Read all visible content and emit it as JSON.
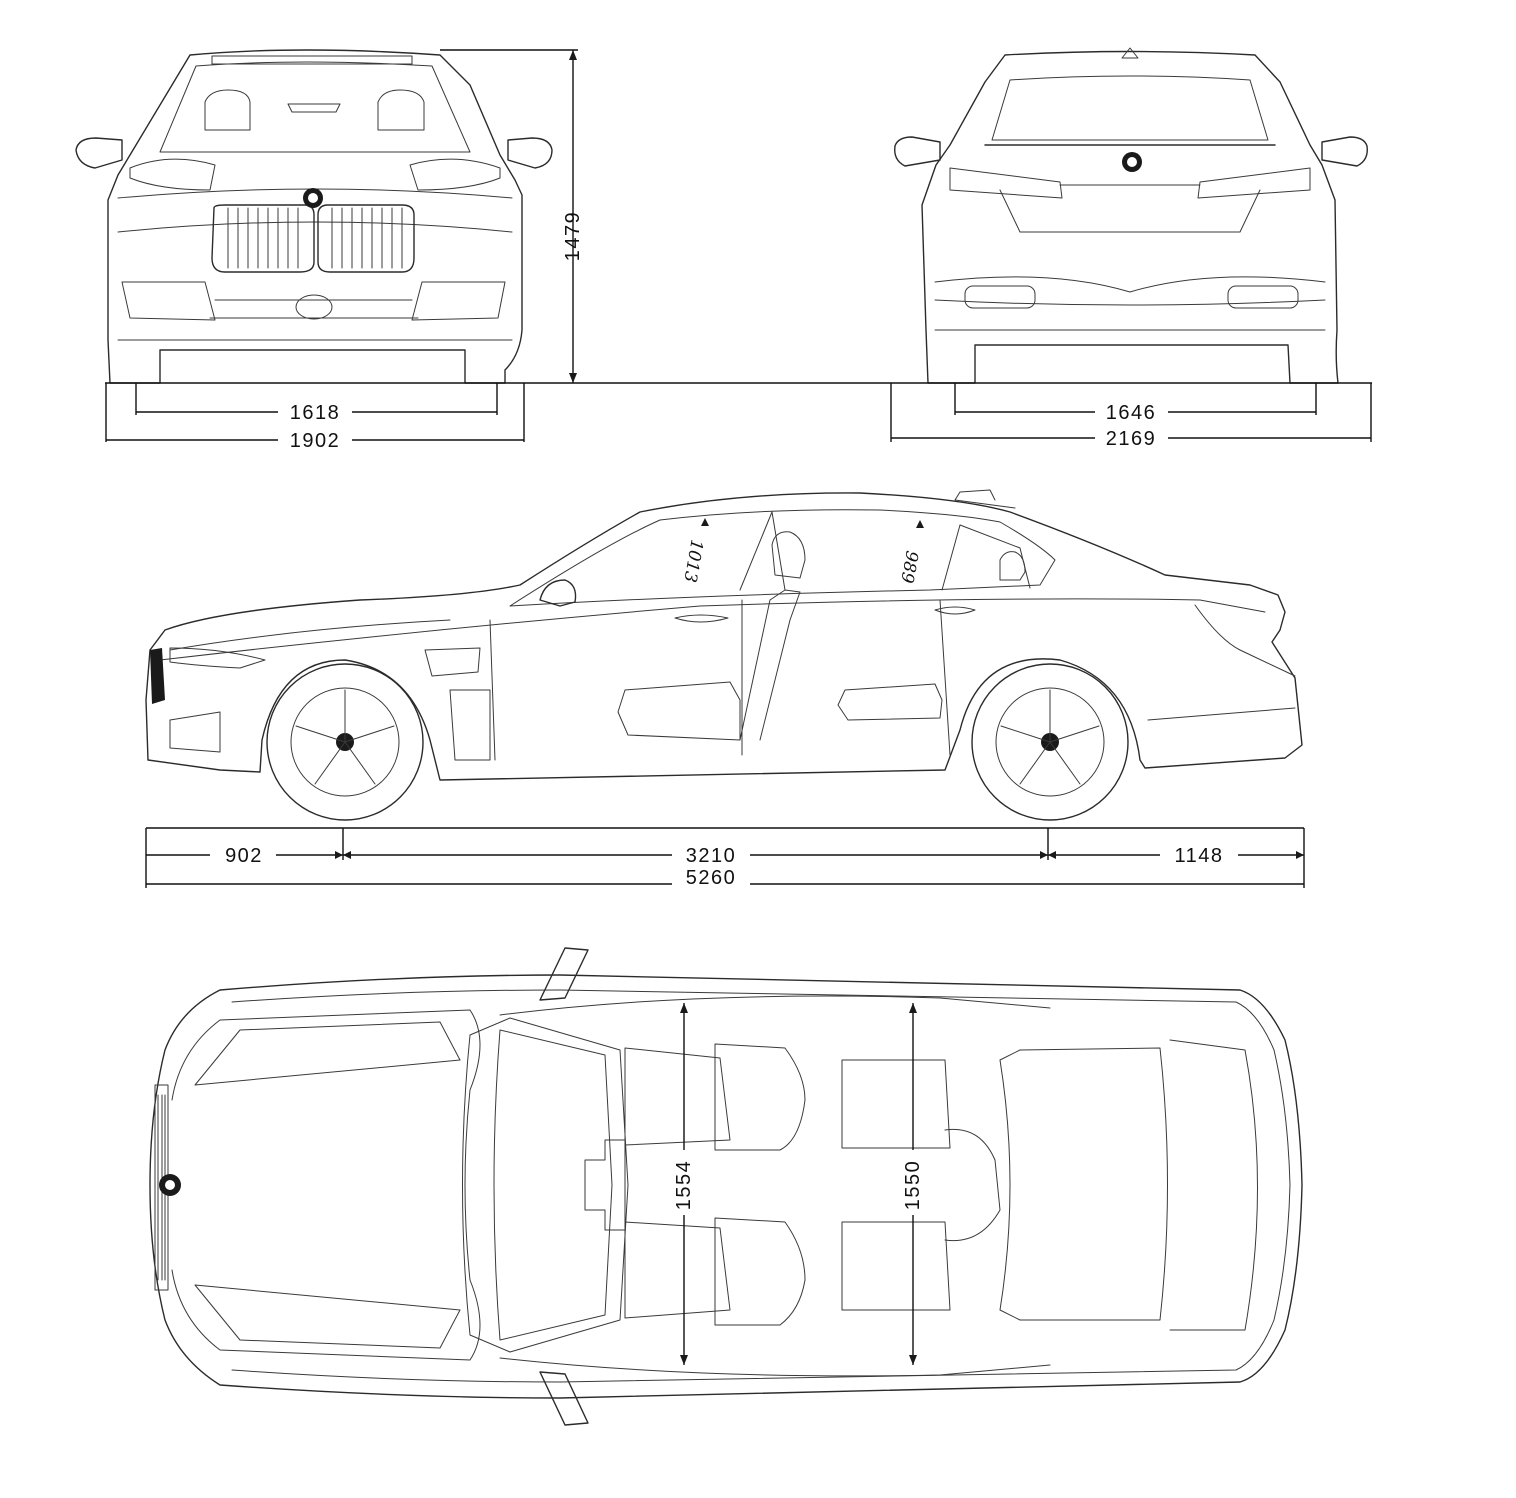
{
  "dimensions": {
    "height": "1479",
    "front_track": "1618",
    "width": "1902",
    "rear_track": "1646",
    "width_with_mirrors": "2169",
    "front_overhang": "902",
    "wheelbase": "3210",
    "rear_overhang": "1148",
    "length": "5260",
    "front_headroom": "1013",
    "rear_headroom": "989",
    "front_shoulder_width": "1554",
    "rear_shoulder_width": "1550"
  },
  "icons": {
    "front_badge": "bmw-roundel-icon",
    "rear_badge": "bmw-roundel-icon",
    "top_badge": "bmw-roundel-icon",
    "wheel": "wheel-rim-icon"
  },
  "colors": {
    "line": "#2b2b2b",
    "background": "#ffffff"
  }
}
